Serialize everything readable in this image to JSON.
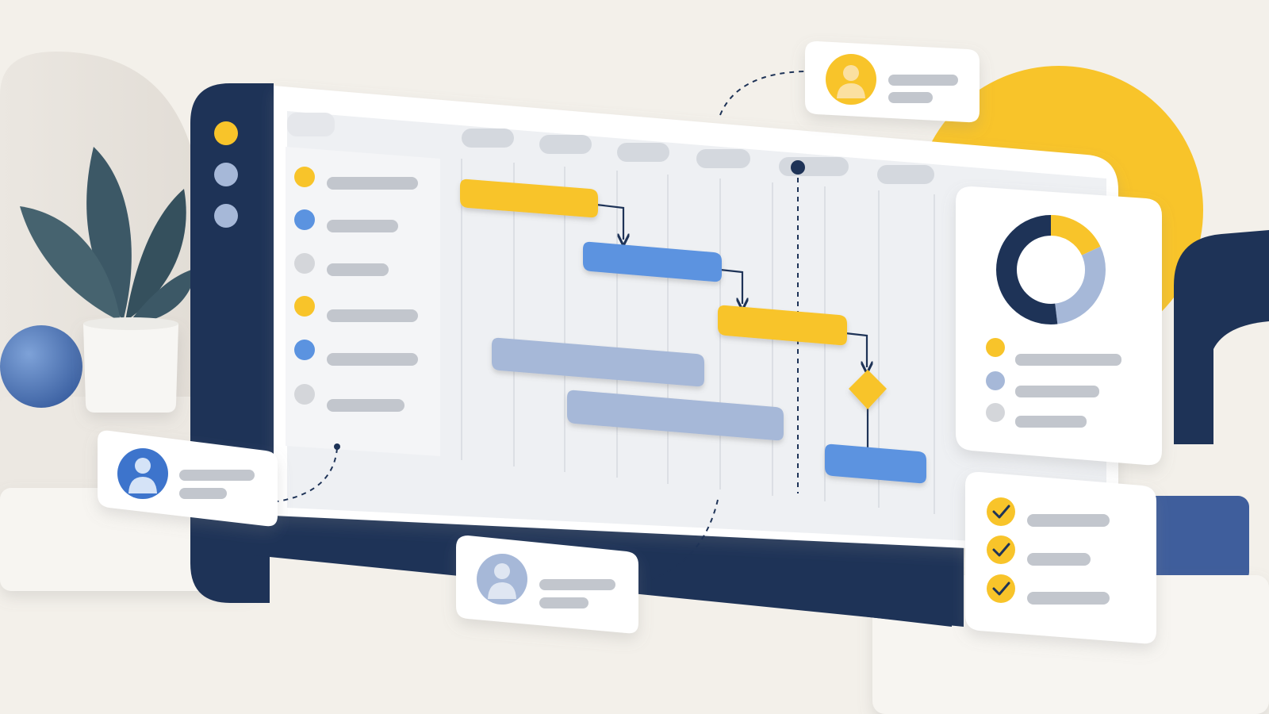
{
  "palette": {
    "background": "#f3f0ea",
    "navy": "#1e3357",
    "yellow": "#f8c42a",
    "blue": "#5b93e0",
    "slate_blue": "#a6b8d8",
    "gray": "#c7cbd2",
    "bar_gray": "#c2c6cd",
    "panel": "#ffffff",
    "panel_inner": "#eef0f3",
    "plant": "#3c5866",
    "pot": "#f7f6f3"
  },
  "sidebar": {
    "dots": [
      "yellow",
      "slate_blue",
      "slate_blue"
    ]
  },
  "task_list": {
    "items": [
      {
        "status_color": "yellow",
        "label_length": "long"
      },
      {
        "status_color": "blue",
        "label_length": "medium"
      },
      {
        "status_color": "gray",
        "label_length": "short"
      },
      {
        "status_color": "yellow",
        "label_length": "long"
      },
      {
        "status_color": "blue",
        "label_length": "long"
      },
      {
        "status_color": "gray",
        "label_length": "medium"
      }
    ]
  },
  "timeline": {
    "header_pills": 6,
    "today_marker": true
  },
  "gantt": {
    "bars": [
      {
        "color": "yellow"
      },
      {
        "color": "blue"
      },
      {
        "color": "yellow"
      },
      {
        "color": "slate_blue"
      },
      {
        "color": "slate_blue"
      },
      {
        "color": "blue"
      }
    ],
    "milestone": {
      "shape": "diamond",
      "color": "yellow"
    }
  },
  "progress_card": {
    "donut": [
      {
        "color": "yellow",
        "fraction": 0.18
      },
      {
        "color": "slate_blue",
        "fraction": 0.3
      },
      {
        "color": "navy",
        "fraction": 0.52
      }
    ],
    "legend": [
      "yellow",
      "slate_blue",
      "gray"
    ]
  },
  "checklist_card": {
    "items": [
      {
        "icon": "check-icon",
        "checked": true
      },
      {
        "icon": "check-icon",
        "checked": true
      },
      {
        "icon": "check-icon",
        "checked": true
      }
    ]
  },
  "user_cards": [
    {
      "icon": "user-avatar-icon",
      "avatar_color": "yellow"
    },
    {
      "icon": "user-avatar-icon",
      "avatar_color": "blue"
    },
    {
      "icon": "user-avatar-icon",
      "avatar_color": "slate_blue"
    }
  ]
}
